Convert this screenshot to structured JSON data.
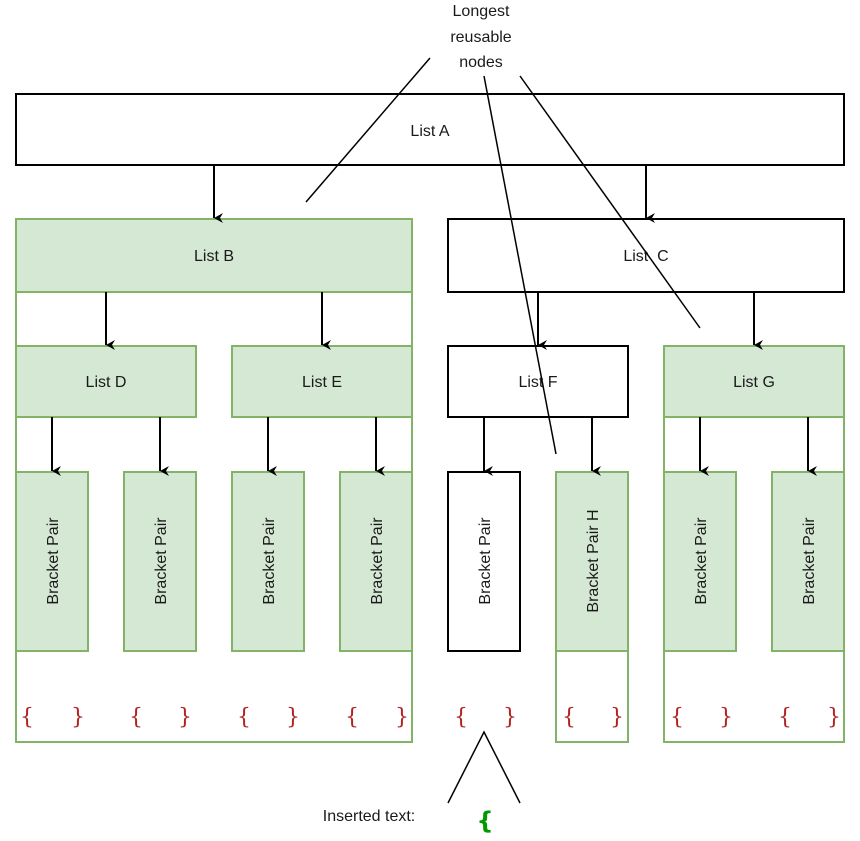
{
  "annotation": {
    "line1": "Longest",
    "line2": "reusable",
    "line3": "nodes"
  },
  "nodes": {
    "a": "List A",
    "b": "List B",
    "c": "List  C",
    "d": "List D",
    "e": "List E",
    "f": "List F",
    "g": "List G",
    "bp1": "Bracket Pair",
    "bp2": "Bracket Pair",
    "bp3": "Bracket Pair",
    "bp4": "Bracket Pair",
    "bp5": "Bracket Pair",
    "bp6": "Bracket Pair H",
    "bp7": "Bracket Pair",
    "bp8": "Bracket Pair"
  },
  "brackets": {
    "open": "{",
    "close": "}"
  },
  "inserted": {
    "label": "Inserted text:",
    "value": "{"
  },
  "colors": {
    "green_fill": "#d5e8d4",
    "green_stroke": "#82b366",
    "bracket": "#b22222",
    "inserted": "#009900"
  }
}
